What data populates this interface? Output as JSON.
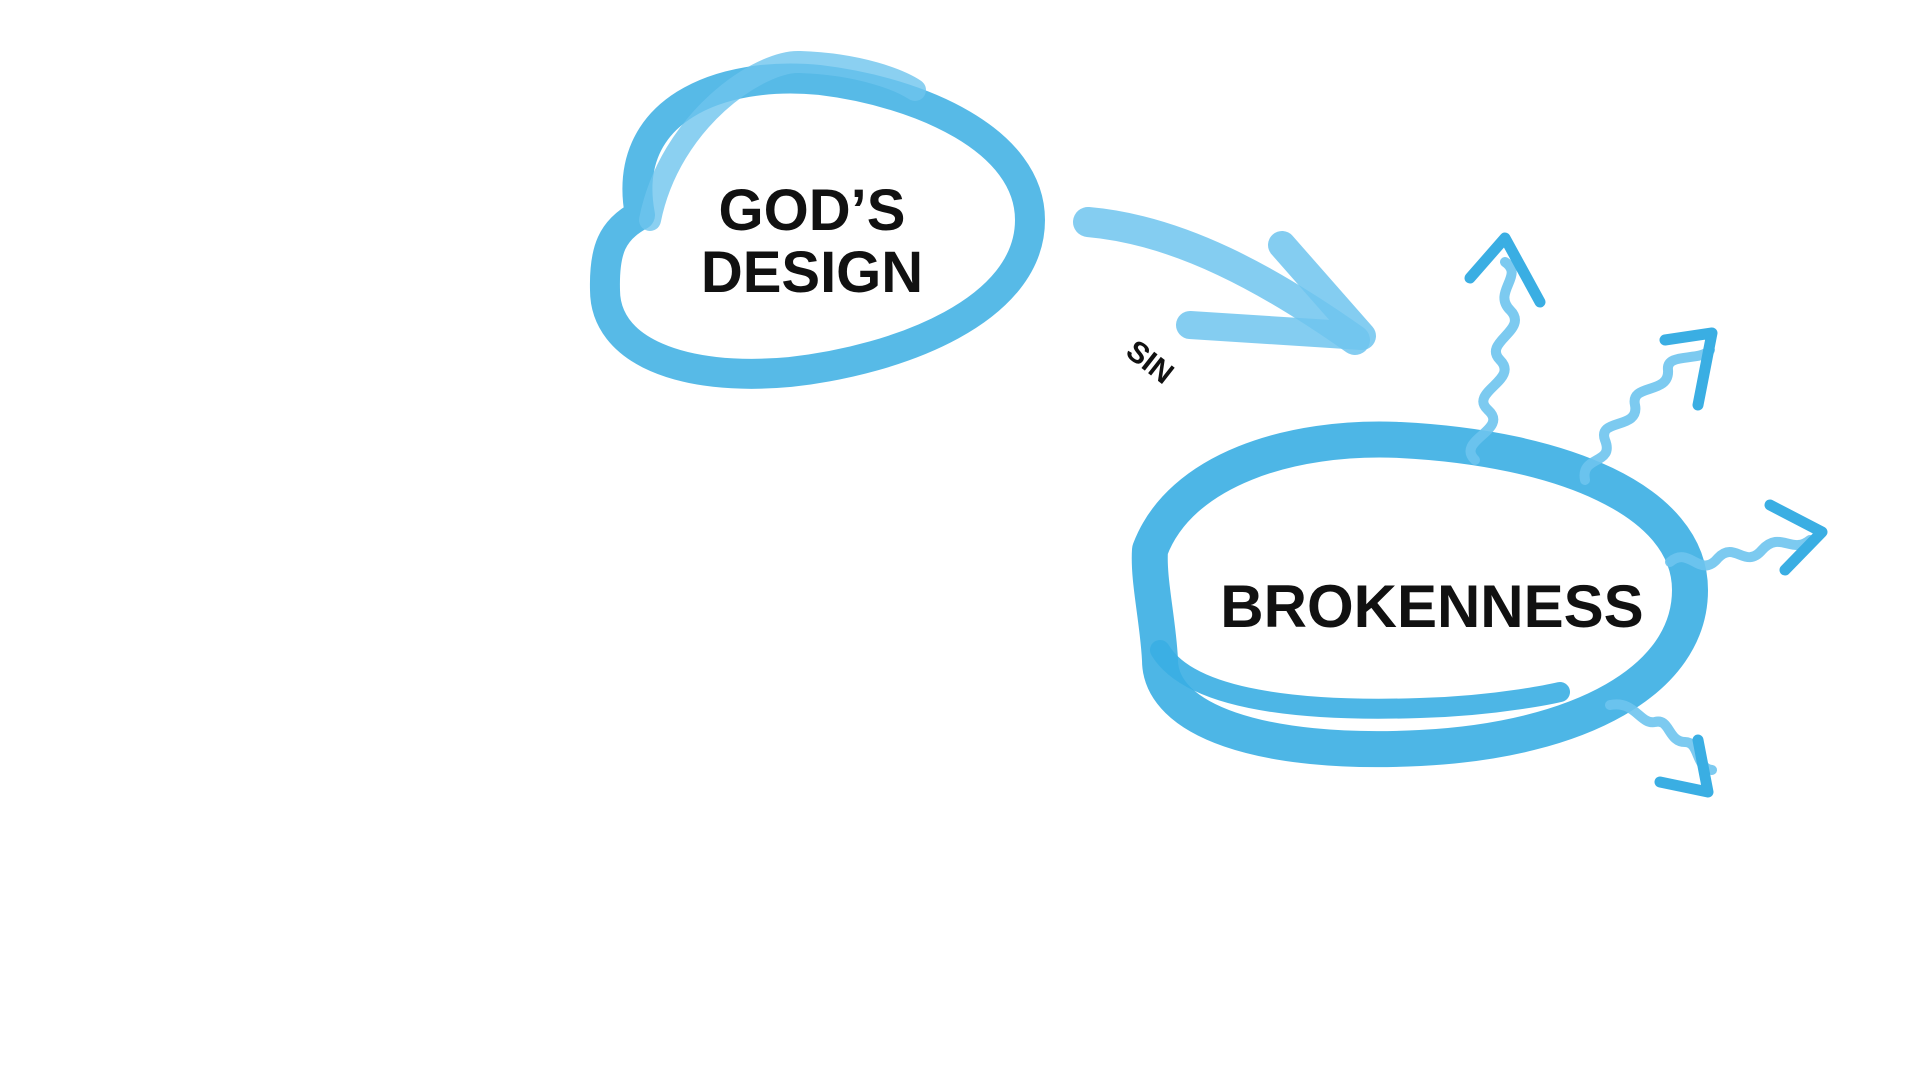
{
  "diagram": {
    "nodes": {
      "gods_design": {
        "line1": "GOD’S",
        "line2": "DESIGN"
      },
      "brokenness": {
        "label": "BROKENNESS"
      }
    },
    "edge": {
      "label": "SIN"
    }
  },
  "colors": {
    "brush_blue": "#3aaee3",
    "brush_blue_light": "#6ec4ee",
    "text": "#111111",
    "background": "#ffffff"
  },
  "icons": [
    "arrow-icon",
    "squiggle-arrow-icon"
  ]
}
